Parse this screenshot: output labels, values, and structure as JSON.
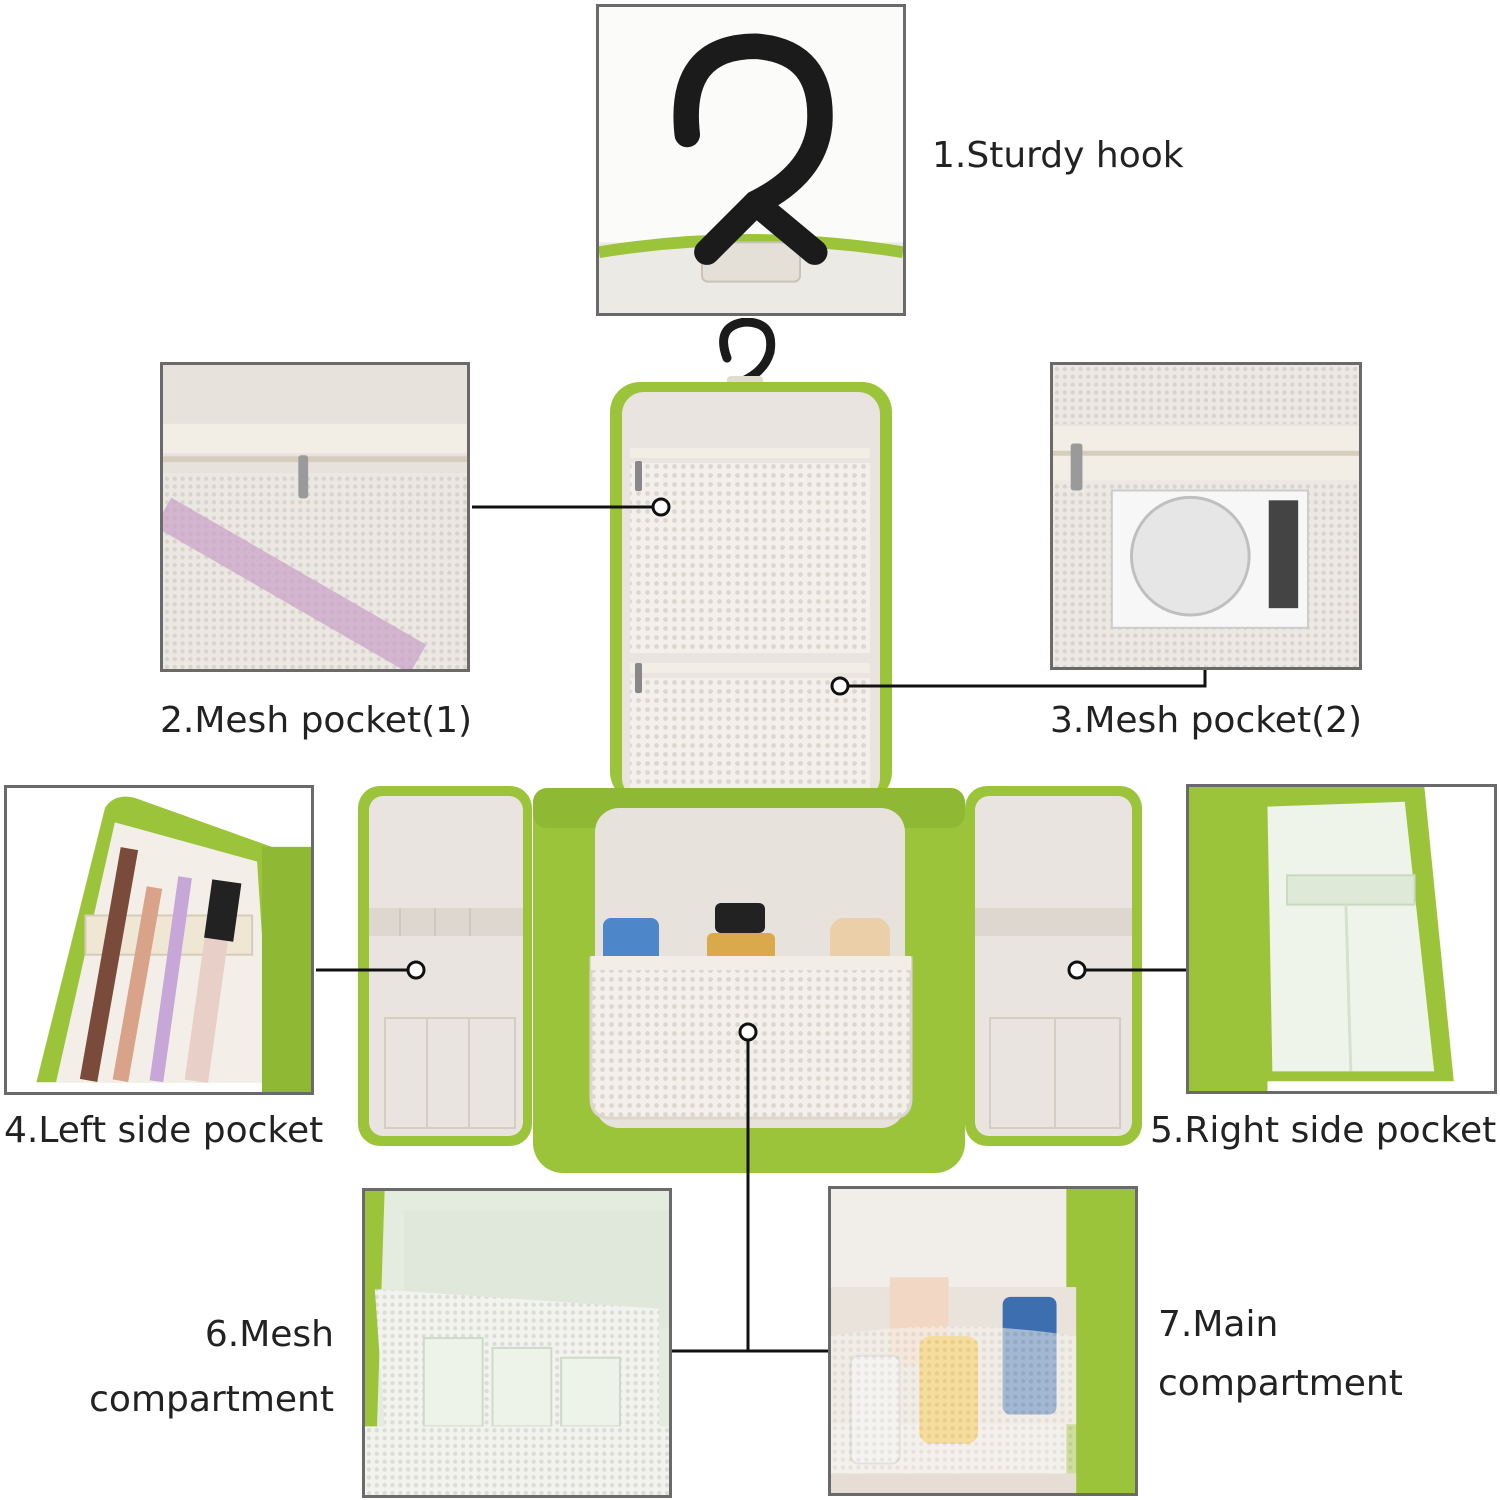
{
  "labels": {
    "hook": "1.Sturdy hook",
    "mesh1": "2.Mesh pocket(1)",
    "mesh2": "3.Mesh pocket(2)",
    "left_side": "4.Left side pocket",
    "right_side": "5.Right side pocket",
    "mesh_comp_line1": "6.Mesh",
    "mesh_comp_line2": "compartment",
    "main_comp_line1": "7.Main",
    "main_comp_line2": "compartment"
  },
  "colors": {
    "bag_green": "#9cc43a",
    "bag_green_dark": "#7fa52a",
    "lining": "#e9e4df",
    "mesh": "#f2efec",
    "frame_border": "#6a6a6a",
    "leader_line": "#111111",
    "hook": "#1b1b1b"
  }
}
